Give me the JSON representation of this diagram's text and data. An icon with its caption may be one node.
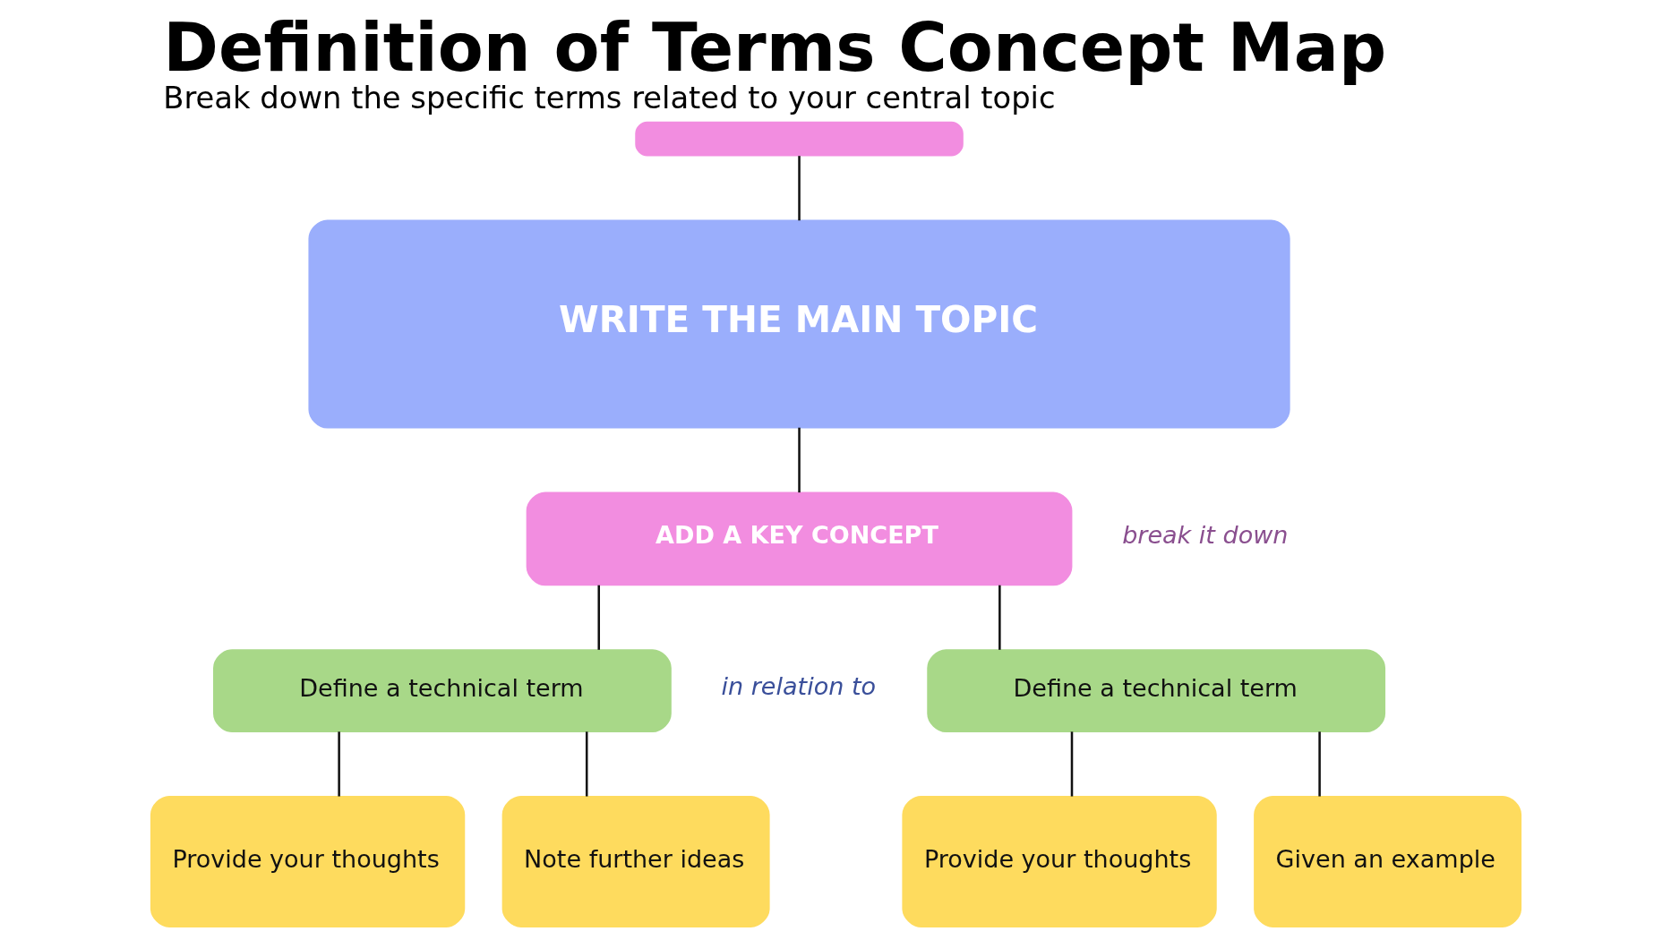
{
  "diagram": {
    "title": "Definition of Terms Concept Map",
    "caption": "Break down the specific terms related to your central topic",
    "nodes": [
      {
        "text": [],
        "shape": "box"
      },
      {
        "text": [
          "WRITE THE MAIN TOPIC"
        ]
      },
      {
        "text": [
          "ADD A KEY CONCEPT"
        ]
      },
      {
        "text": [
          "Define a technical term"
        ]
      },
      {
        "text": [
          "Define a technical term"
        ]
      },
      {
        "text": [
          "Provide your thoughts"
        ]
      },
      {
        "text": [
          "Note further ideas"
        ]
      },
      {
        "text": [
          "Provide your thoughts"
        ]
      },
      {
        "text": [
          "Given an example"
        ]
      }
    ],
    "edges": [
      {
        "from": 0,
        "to": 1,
        "arrow": "none"
      },
      {
        "from": 1,
        "to": 2,
        "arrow": "none"
      },
      {
        "from": 2,
        "to": 3,
        "arrow": "none"
      },
      {
        "from": 2,
        "to": 4,
        "arrow": "none"
      },
      {
        "from": 3,
        "to": 5,
        "arrow": "none"
      },
      {
        "from": 3,
        "to": 6,
        "arrow": "none"
      },
      {
        "from": 4,
        "to": 7,
        "arrow": "none"
      },
      {
        "from": 4,
        "to": 8,
        "arrow": "none"
      }
    ],
    "labels": [
      "break it down",
      "in relation to"
    ]
  }
}
